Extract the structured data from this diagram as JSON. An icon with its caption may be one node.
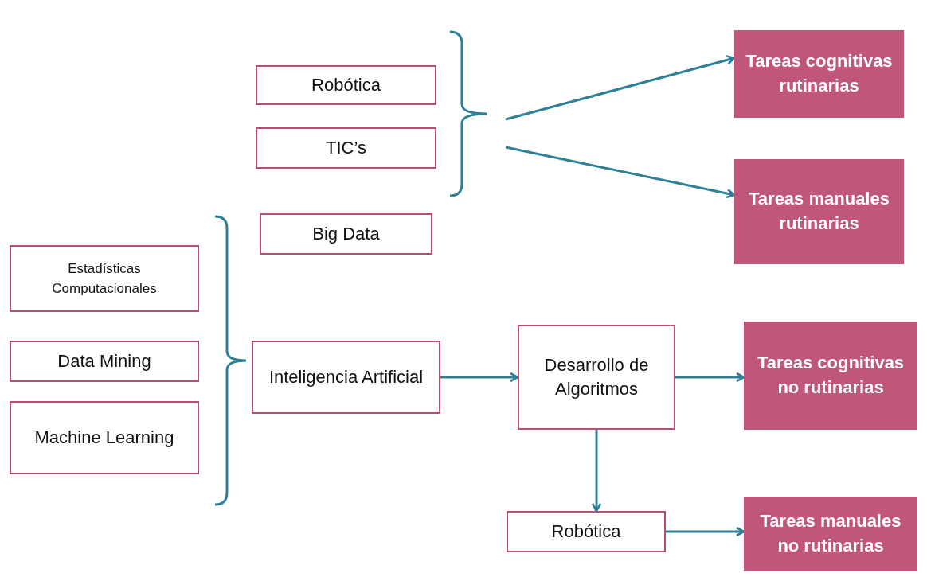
{
  "diagram": {
    "nodes": [
      {
        "text": [
          "Robótica"
        ]
      },
      {
        "text": [
          "TIC’s"
        ]
      },
      {
        "text": [
          "Big Data"
        ]
      },
      {
        "text": [
          "Estadísticas Computacionales"
        ]
      },
      {
        "text": [
          "Data Mining"
        ]
      },
      {
        "text": [
          "Machine Learning"
        ]
      },
      {
        "text": [
          "Inteligencia Artificial"
        ]
      },
      {
        "text": [
          "Desarrollo de Algoritmos"
        ]
      },
      {
        "text": [
          "Robótica"
        ]
      },
      {
        "text": [
          "Tareas cognitivas rutinarias"
        ]
      },
      {
        "text": [
          "Tareas manuales rutinarias"
        ]
      },
      {
        "text": [
          "Tareas cognitivas no rutinarias"
        ]
      },
      {
        "text": [
          "Tareas manuales no rutinarias"
        ]
      }
    ],
    "edges": [
      {
        "from": null,
        "to": 9,
        "arrow": "to"
      },
      {
        "from": null,
        "to": 10,
        "arrow": "to"
      },
      {
        "from": 6,
        "to": 7,
        "arrow": "to"
      },
      {
        "from": 7,
        "to": 11,
        "arrow": "to"
      },
      {
        "from": 7,
        "to": 8,
        "arrow": "to"
      },
      {
        "from": 8,
        "to": 12,
        "arrow": "to"
      }
    ]
  }
}
